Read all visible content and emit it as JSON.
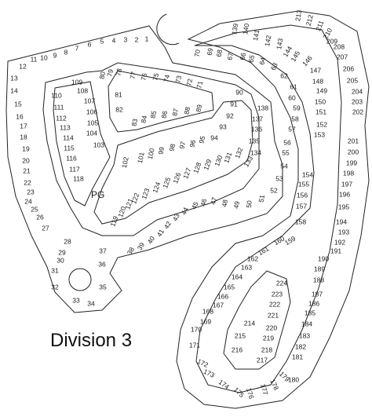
{
  "title": "Division 3",
  "pg_label": "PG",
  "colors": {
    "line": "#222222",
    "text": "#1a1a1a",
    "background": "#ffffff"
  },
  "lot_labels": [
    "1",
    "2",
    "3",
    "4",
    "5",
    "6",
    "7",
    "8",
    "9",
    "10",
    "11",
    "12",
    "13",
    "14",
    "15",
    "16",
    "17",
    "18",
    "19",
    "20",
    "21",
    "22",
    "23",
    "24",
    "25",
    "26",
    "27",
    "28",
    "29",
    "30",
    "31",
    "32",
    "33",
    "34",
    "35",
    "36",
    "37",
    "38",
    "39",
    "40",
    "41",
    "42",
    "43",
    "44",
    "45",
    "46",
    "47",
    "48",
    "49",
    "50",
    "51",
    "52",
    "53",
    "54",
    "55",
    "56",
    "57",
    "58",
    "59",
    "60",
    "61",
    "62",
    "63",
    "64",
    "65",
    "66",
    "67",
    "68",
    "69",
    "70",
    "71",
    "72",
    "73",
    "74",
    "75",
    "76",
    "77",
    "78",
    "79",
    "80",
    "81",
    "82",
    "83",
    "84",
    "85",
    "86",
    "87",
    "88",
    "89",
    "90",
    "91",
    "92",
    "93",
    "94",
    "95",
    "96",
    "97",
    "98",
    "99",
    "100",
    "101",
    "102",
    "103",
    "104",
    "105",
    "106",
    "107",
    "108",
    "109",
    "110",
    "111",
    "112",
    "113",
    "114",
    "115",
    "116",
    "117",
    "118",
    "119",
    "120",
    "121",
    "122",
    "123",
    "124",
    "125",
    "126",
    "127",
    "128",
    "129",
    "130",
    "131",
    "132",
    "133",
    "134",
    "135",
    "136",
    "137",
    "138",
    "139",
    "140",
    "141",
    "142",
    "143",
    "144",
    "145",
    "146",
    "147",
    "148",
    "149",
    "150",
    "151",
    "152",
    "153",
    "154",
    "155",
    "156",
    "157",
    "158",
    "159",
    "160",
    "161",
    "162",
    "163",
    "164",
    "165",
    "166",
    "167",
    "168",
    "169",
    "170",
    "171",
    "172",
    "173",
    "174",
    "175",
    "176",
    "177",
    "178",
    "179",
    "180",
    "181",
    "182",
    "183",
    "184",
    "185",
    "186",
    "187",
    "188",
    "189",
    "190",
    "191",
    "192",
    "193",
    "194",
    "195",
    "196",
    "197",
    "198",
    "199",
    "200",
    "201",
    "202",
    "203",
    "204",
    "205",
    "206",
    "207",
    "208",
    "209",
    "210",
    "211",
    "212",
    "213",
    "214",
    "215",
    "216",
    "217",
    "218",
    "219",
    "220",
    "221",
    "222",
    "223",
    "224"
  ]
}
